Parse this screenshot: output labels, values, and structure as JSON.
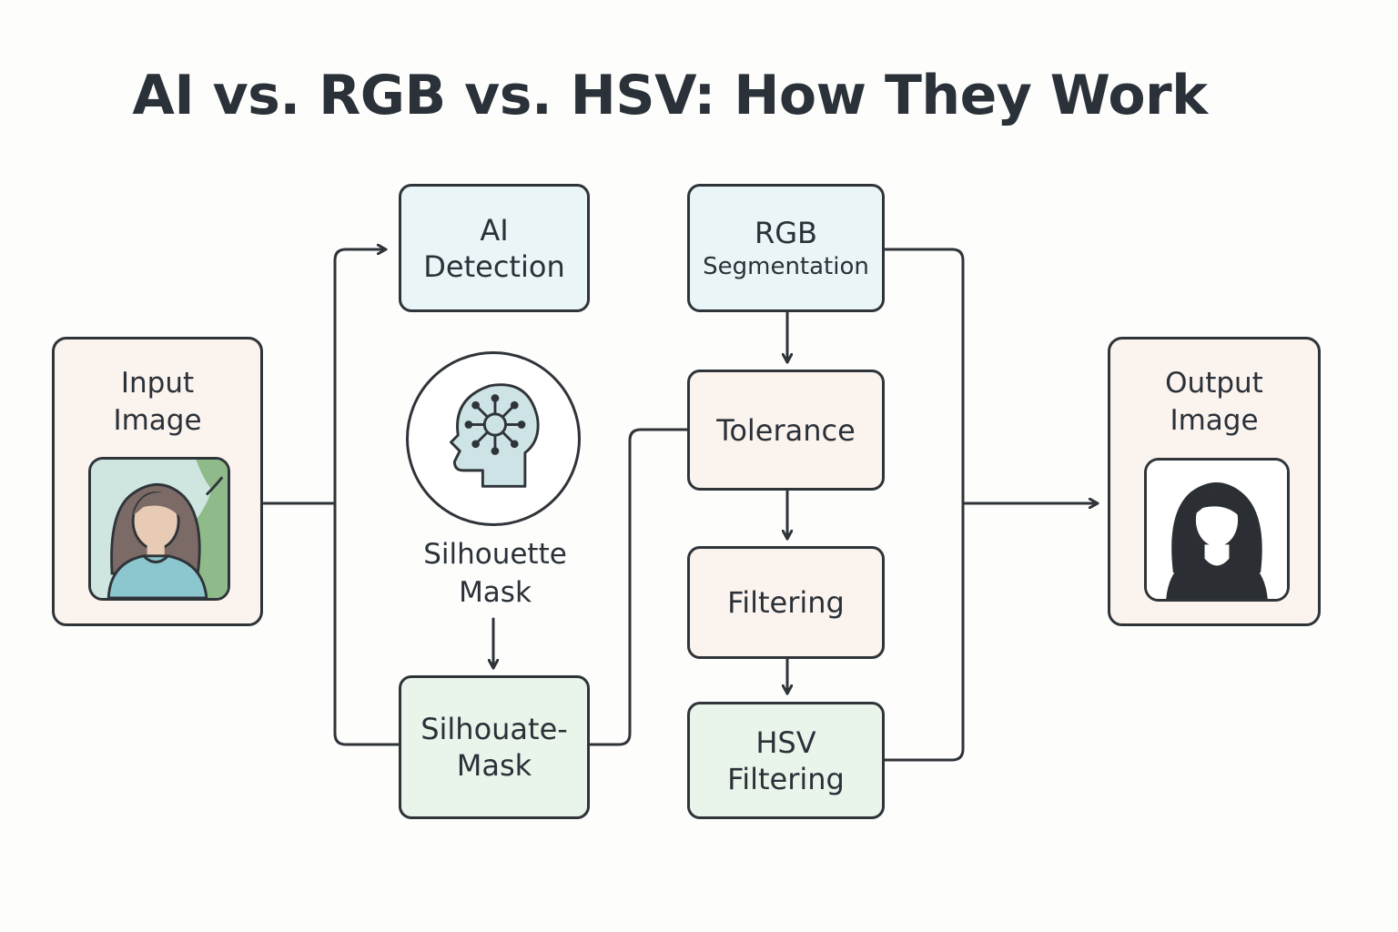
{
  "title": "AI vs. RGB vs. HSV: How They Work",
  "input": {
    "line1": "Input",
    "line2": "Image"
  },
  "output": {
    "line1": "Output",
    "line2": "Image"
  },
  "nodes": {
    "ai_detection": {
      "line1": "AI",
      "line2": "Detection"
    },
    "silhouate_mask": {
      "line1": "Silhouate-",
      "line2": "Mask"
    },
    "rgb_segmentation": {
      "line1": "RGB",
      "line2": "Segmentation"
    },
    "tolerance": {
      "line1": "Tolerance"
    },
    "filtering": {
      "line1": "Filtering"
    },
    "hsv_filtering": {
      "line1": "HSV",
      "line2": "Filtering"
    }
  },
  "silhouette_caption": {
    "line1": "Silhouette",
    "line2": "Mask"
  },
  "icons": {
    "input": "person-photo-icon",
    "output": "silhouette-icon",
    "ai": "ai-brain-icon"
  },
  "colors": {
    "blue_box": "#e9f5f6",
    "cream_box": "#fbf3ee",
    "green_box": "#e9f5ea",
    "stroke": "#2f3439"
  }
}
